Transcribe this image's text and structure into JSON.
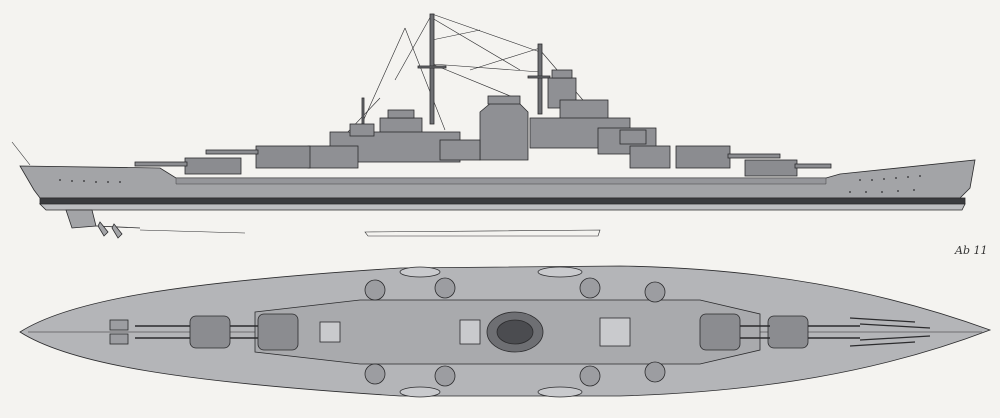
{
  "drawing": {
    "subject": "battleship",
    "views": [
      {
        "name": "side-elevation"
      },
      {
        "name": "plan-view"
      }
    ],
    "colors": {
      "paper": "#f4f3f0",
      "hull": "#a3a4a7",
      "hull_dark": "#85868a",
      "superstructure": "#8f9094",
      "deck": "#b4b5b8",
      "boot_topping": "#3a3b3e",
      "line": "#2b2b2d"
    },
    "signature": "Ab 11"
  }
}
